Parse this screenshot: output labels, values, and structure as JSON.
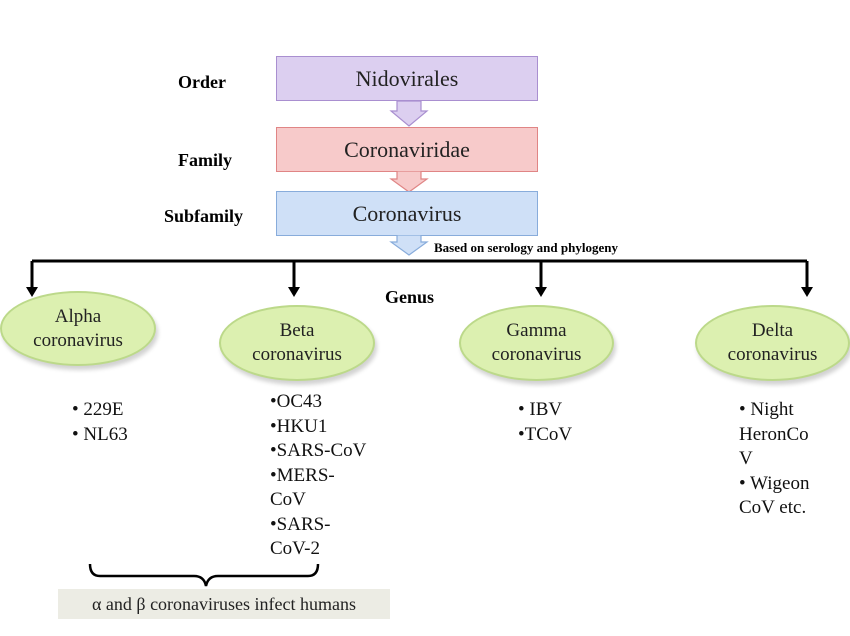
{
  "levels": {
    "order": "Order",
    "family": "Family",
    "subfamily": "Subfamily",
    "genus": "Genus"
  },
  "ranks": {
    "order": "Nidovirales",
    "family": "Coronaviridae",
    "subfamily": "Coronavirus"
  },
  "note": "Based on serology and phylogeny",
  "genera": [
    {
      "line1": "Alpha",
      "line2": "coronavirus",
      "members": [
        "• 229E",
        "• NL63"
      ]
    },
    {
      "line1": "Beta",
      "line2": "coronavirus",
      "members": [
        "•OC43",
        "•HKU1",
        "•SARS-CoV",
        "•MERS-",
        "CoV",
        "•SARS-",
        "CoV-2"
      ]
    },
    {
      "line1": "Gamma",
      "line2": "coronavirus",
      "members": [
        "• IBV",
        "•TCoV"
      ]
    },
    {
      "line1": "Delta",
      "line2": "coronavirus",
      "members": [
        "• Night",
        "HeronCo",
        "V",
        "• Wigeon",
        "CoV etc."
      ]
    }
  ],
  "footer": "α and β coronaviruses infect humans",
  "colors": {
    "order_fill": "#dccff0",
    "order_border": "#a98fd0",
    "family_fill": "#f7caca",
    "family_border": "#e08585",
    "subfamily_fill": "#cfe0f7",
    "subfamily_border": "#88acdb",
    "genus_fill": "#dcf0b0"
  }
}
